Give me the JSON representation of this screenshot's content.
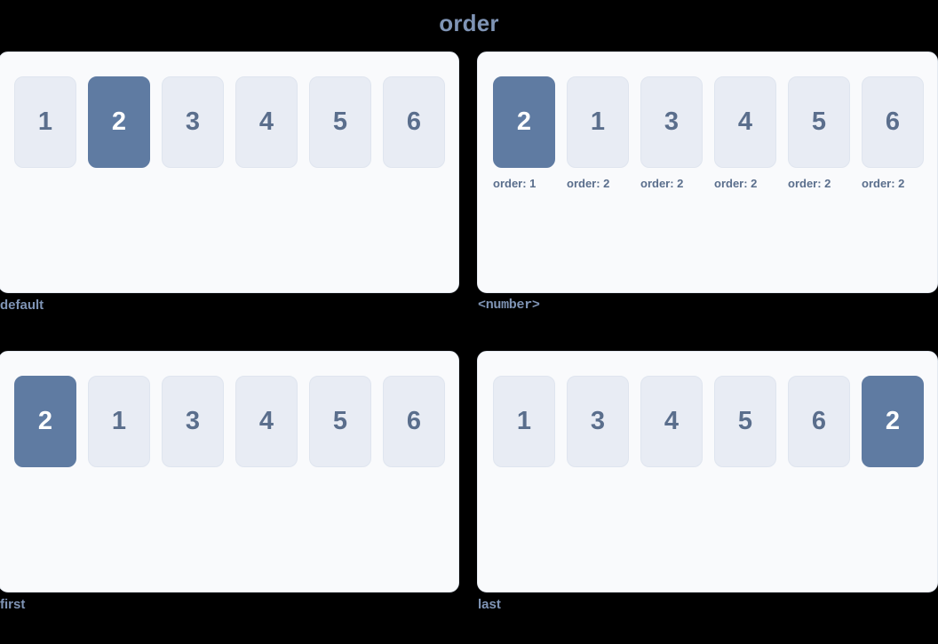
{
  "title": "order",
  "colors": {
    "page_background": "#000000",
    "panel_background": "#f9fafc",
    "tile_background": "#e8ecf4",
    "tile_highlight": "#5f7ba2",
    "tile_text": "#5a6e8c",
    "tile_highlight_text": "#ffffff",
    "caption_text": "#7f94b5"
  },
  "panels": [
    {
      "caption": "default",
      "caption_style": "sans",
      "items": [
        {
          "label": "1",
          "highlight": false,
          "order_label": ""
        },
        {
          "label": "2",
          "highlight": true,
          "order_label": ""
        },
        {
          "label": "3",
          "highlight": false,
          "order_label": ""
        },
        {
          "label": "4",
          "highlight": false,
          "order_label": ""
        },
        {
          "label": "5",
          "highlight": false,
          "order_label": ""
        },
        {
          "label": "6",
          "highlight": false,
          "order_label": ""
        }
      ]
    },
    {
      "caption": "<number>",
      "caption_style": "mono",
      "items": [
        {
          "label": "2",
          "highlight": true,
          "order_label": "order: 1"
        },
        {
          "label": "1",
          "highlight": false,
          "order_label": "order: 2"
        },
        {
          "label": "3",
          "highlight": false,
          "order_label": "order: 2"
        },
        {
          "label": "4",
          "highlight": false,
          "order_label": "order: 2"
        },
        {
          "label": "5",
          "highlight": false,
          "order_label": "order: 2"
        },
        {
          "label": "6",
          "highlight": false,
          "order_label": "order: 2"
        }
      ]
    },
    {
      "caption": "first",
      "caption_style": "sans",
      "items": [
        {
          "label": "2",
          "highlight": true,
          "order_label": ""
        },
        {
          "label": "1",
          "highlight": false,
          "order_label": ""
        },
        {
          "label": "3",
          "highlight": false,
          "order_label": ""
        },
        {
          "label": "4",
          "highlight": false,
          "order_label": ""
        },
        {
          "label": "5",
          "highlight": false,
          "order_label": ""
        },
        {
          "label": "6",
          "highlight": false,
          "order_label": ""
        }
      ]
    },
    {
      "caption": "last",
      "caption_style": "sans",
      "items": [
        {
          "label": "1",
          "highlight": false,
          "order_label": ""
        },
        {
          "label": "3",
          "highlight": false,
          "order_label": ""
        },
        {
          "label": "4",
          "highlight": false,
          "order_label": ""
        },
        {
          "label": "5",
          "highlight": false,
          "order_label": ""
        },
        {
          "label": "6",
          "highlight": false,
          "order_label": ""
        },
        {
          "label": "2",
          "highlight": true,
          "order_label": ""
        }
      ]
    }
  ]
}
